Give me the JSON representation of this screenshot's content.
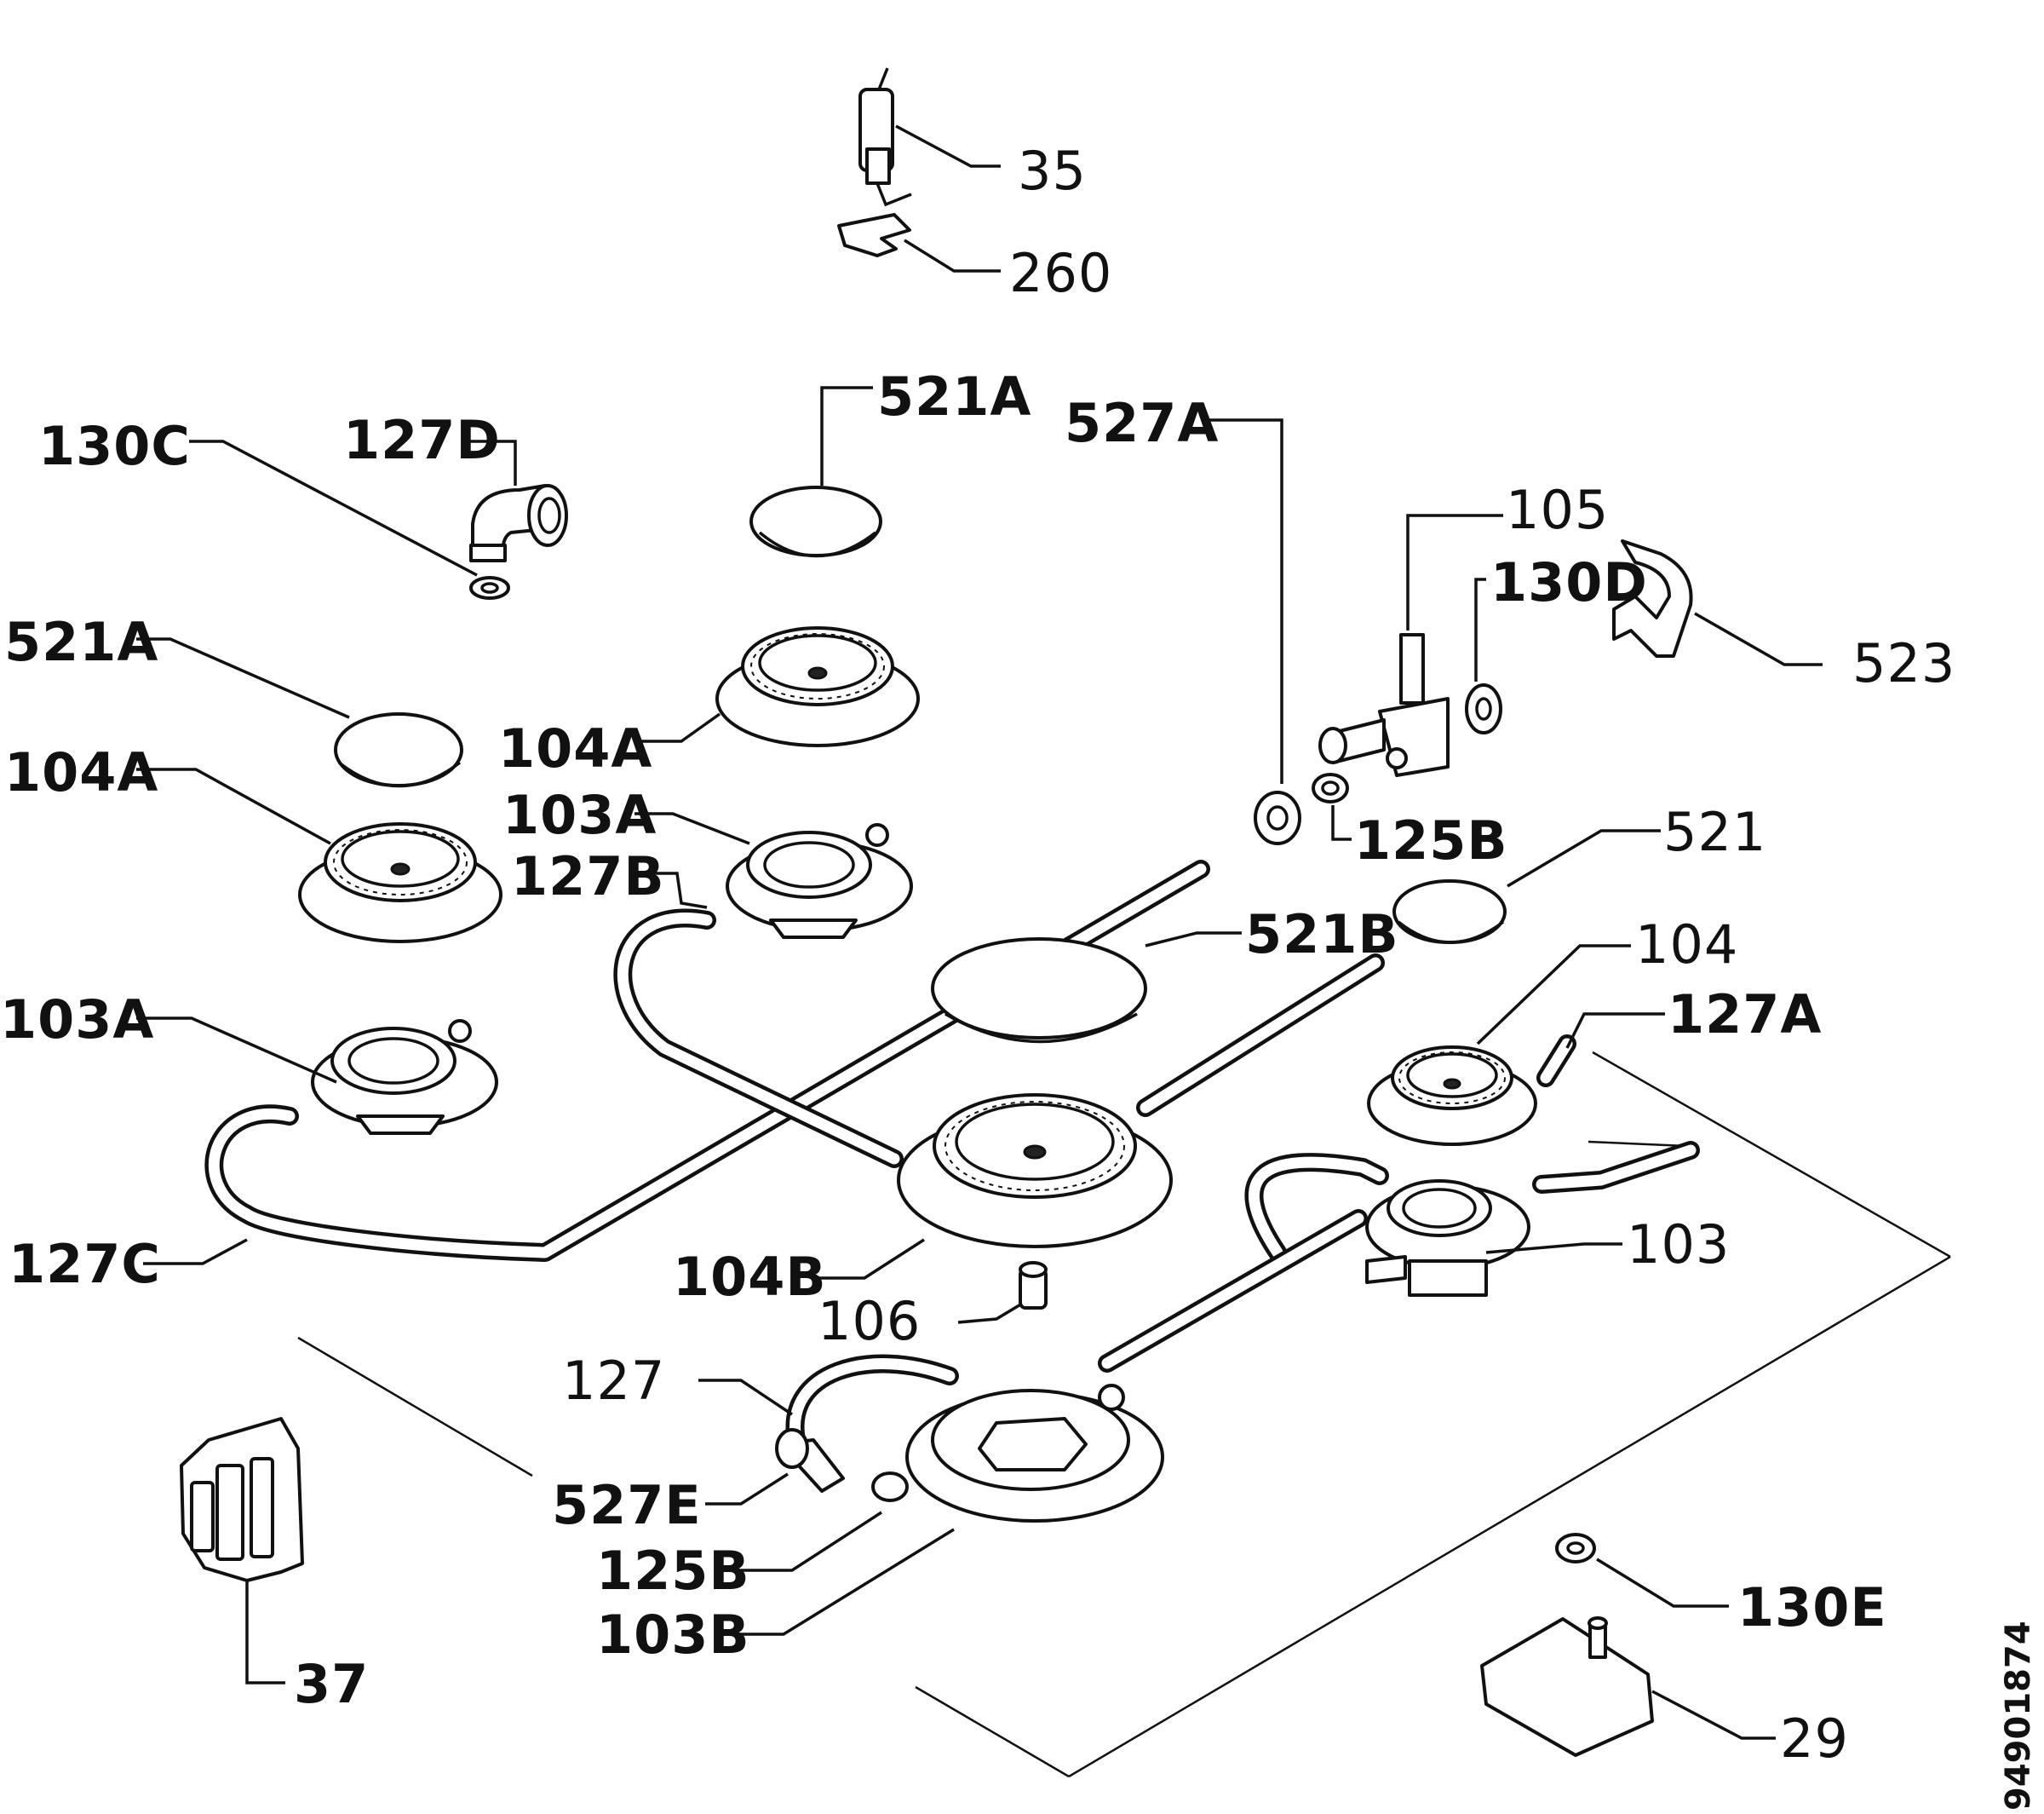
{
  "labels": {
    "l35": "35",
    "l260": "260",
    "l521A_top": "521A",
    "l527A": "527A",
    "l130C": "130C",
    "l127D": "127D",
    "l105": "105",
    "l130D": "130D",
    "l523": "523",
    "l521A_left": "521A",
    "l104A_mid": "104A",
    "l104A_left": "104A",
    "l103A_mid": "103A",
    "l127B": "127B",
    "l125B_top": "125B",
    "l521": "521",
    "l521B": "521B",
    "l104": "104",
    "l127A": "127A",
    "l103A_left": "103A",
    "l127C": "127C",
    "l104B": "104B",
    "l103": "103",
    "l106": "106",
    "l127": "127",
    "l527E": "527E",
    "l125B_bottom": "125B",
    "l103B": "103B",
    "l130E": "130E",
    "l29": "29",
    "l37": "37"
  },
  "document_number": "94901874"
}
